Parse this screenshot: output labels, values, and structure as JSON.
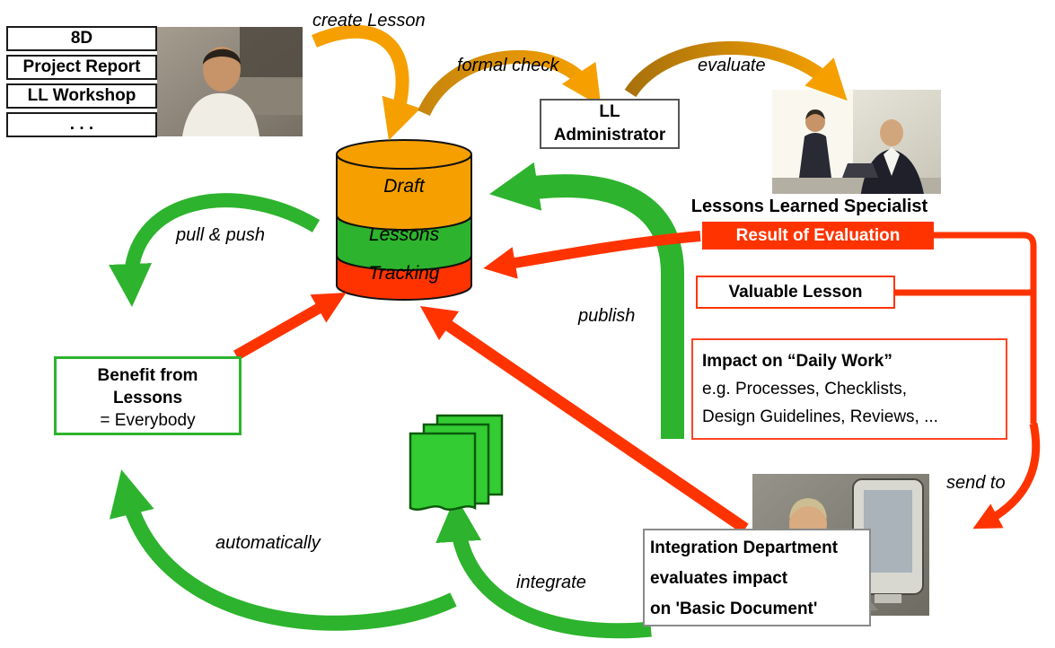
{
  "colors": {
    "orange": "#F5A000",
    "orange_dark": "#A9720C",
    "green": "#2DB32D",
    "document_green": "#33CC33",
    "red": "#FF3300"
  },
  "sources": {
    "items": [
      "8D",
      "Project Report",
      "LL Workshop",
      ". . ."
    ]
  },
  "labels": {
    "create_lesson": "create Lesson",
    "formal_check": "formal check",
    "evaluate": "evaluate",
    "pull_push": "pull & push",
    "publish": "publish",
    "send_to": "send to",
    "automatically": "automatically",
    "integrate": "integrate"
  },
  "database": {
    "sections": {
      "draft": "Draft",
      "lessons": "Lessons",
      "tracking": "Tracking"
    }
  },
  "nodes": {
    "ll_administrator": {
      "line1": "LL",
      "line2": "Administrator"
    },
    "specialist": {
      "label": "Lessons Learned Specialist"
    },
    "result_of_evaluation": {
      "label": "Result of Evaluation"
    },
    "valuable_lesson": {
      "label": "Valuable Lesson"
    },
    "impact": {
      "title": "Impact on “Daily Work”",
      "line1": "e.g. Processes, Checklists,",
      "line2": "Design Guidelines, Reviews, ..."
    },
    "benefit": {
      "line1": "Benefit from",
      "line2": "Lessons",
      "line3": "= Everybody"
    },
    "integration": {
      "line1": "Integration Department",
      "line2": "evaluates impact",
      "line3": "on 'Basic Document'"
    }
  },
  "photos": {
    "author": "employee creating a lesson",
    "specialists": "lessons learned specialists evaluating",
    "integration_engineer": "integration engineer at computer"
  }
}
